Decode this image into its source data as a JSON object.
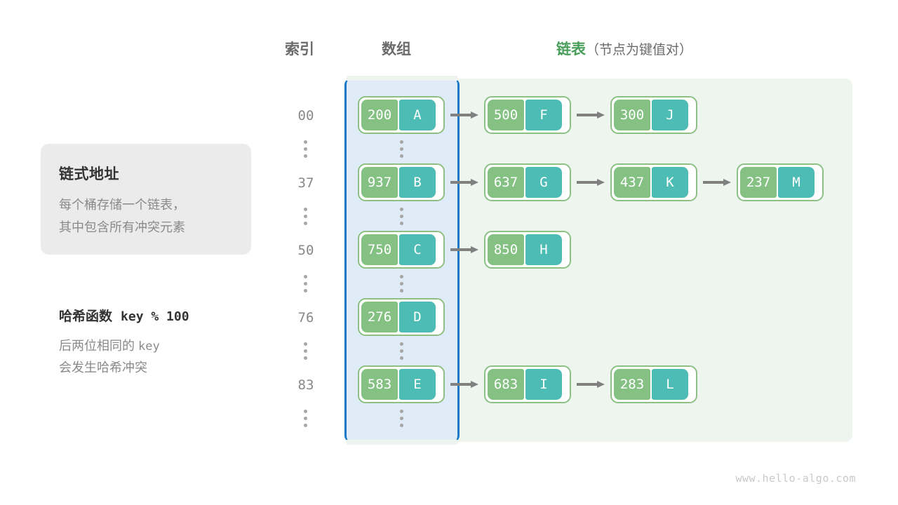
{
  "headers": {
    "index": "索引",
    "array": "数组",
    "list_main": "链表",
    "list_sub": "（节点为键值对）"
  },
  "info_card": {
    "title": "链式地址",
    "line1": "每个桶存储一个链表，",
    "line2": "其中包含所有冲突元素"
  },
  "hash": {
    "title_label": "哈希函数",
    "title_expr": "key % 100",
    "desc_line1_a": "后两位相同的",
    "desc_line1_b": "key",
    "desc_line2": "会发生哈希冲突"
  },
  "colors": {
    "key_cell": "#84c183",
    "value_cell": "#4cbcb4",
    "node_border": "#8cc084",
    "array_panel_bg": "#dfecf7",
    "array_panel_border": "#1878c8",
    "list_panel_bg": "#eef5ee",
    "arrow": "#808080",
    "accent_green_text": "#4a9e5c",
    "index_text": "#888888",
    "muted_text": "#8a8a8a",
    "card_bg": "#ebebeb"
  },
  "buckets": [
    {
      "index": "00",
      "bucket": {
        "key": "200",
        "value": "A"
      },
      "chain": [
        {
          "key": "500",
          "value": "F"
        },
        {
          "key": "300",
          "value": "J"
        }
      ]
    },
    {
      "index": "37",
      "bucket": {
        "key": "937",
        "value": "B"
      },
      "chain": [
        {
          "key": "637",
          "value": "G"
        },
        {
          "key": "437",
          "value": "K"
        },
        {
          "key": "237",
          "value": "M"
        }
      ]
    },
    {
      "index": "50",
      "bucket": {
        "key": "750",
        "value": "C"
      },
      "chain": [
        {
          "key": "850",
          "value": "H"
        }
      ]
    },
    {
      "index": "76",
      "bucket": {
        "key": "276",
        "value": "D"
      },
      "chain": []
    },
    {
      "index": "83",
      "bucket": {
        "key": "583",
        "value": "E"
      },
      "chain": [
        {
          "key": "683",
          "value": "I"
        },
        {
          "key": "283",
          "value": "L"
        }
      ]
    }
  ],
  "watermark": "www.hello-algo.com"
}
